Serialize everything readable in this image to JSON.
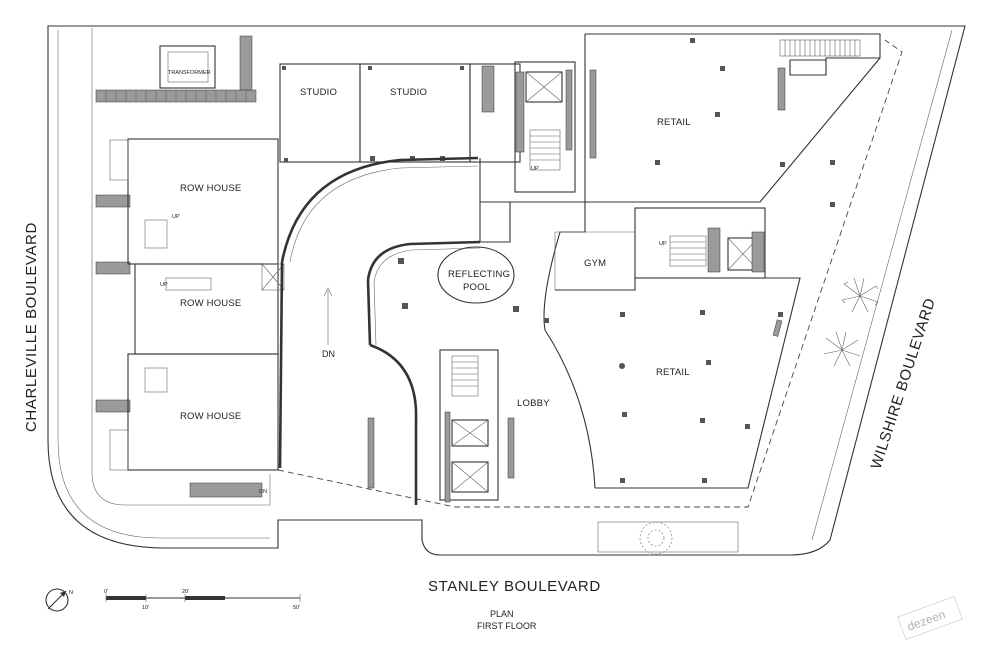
{
  "rooms": {
    "transformer": "TRANSFORMER",
    "studio_1": "STUDIO",
    "studio_2": "STUDIO",
    "retail_top": "RETAIL",
    "row_house_1": "ROW HOUSE",
    "row_house_2": "ROW HOUSE",
    "row_house_3": "ROW HOUSE",
    "reflecting_pool_line1": "REFLECTING",
    "reflecting_pool_line2": "POOL",
    "gym": "GYM",
    "retail_main": "RETAIL",
    "lobby": "LOBBY"
  },
  "marks": {
    "up_1": "UP",
    "up_2": "UP",
    "up_3": "UP",
    "up_4": "UP",
    "dn_ramp": "DN",
    "dn_stair": "DN"
  },
  "streets": {
    "left": "CHARLEVILLE BOULEVARD",
    "right": "WILSHIRE BOULEVARD",
    "bottom": "STANLEY BOULEVARD"
  },
  "scale_bar": {
    "ticks_top": [
      "0'",
      "20'"
    ],
    "ticks_bottom": [
      "10'",
      "50'"
    ]
  },
  "north": "N",
  "caption": {
    "line1": "PLAN",
    "line2": "FIRST FLOOR"
  },
  "watermark": "dezeen"
}
